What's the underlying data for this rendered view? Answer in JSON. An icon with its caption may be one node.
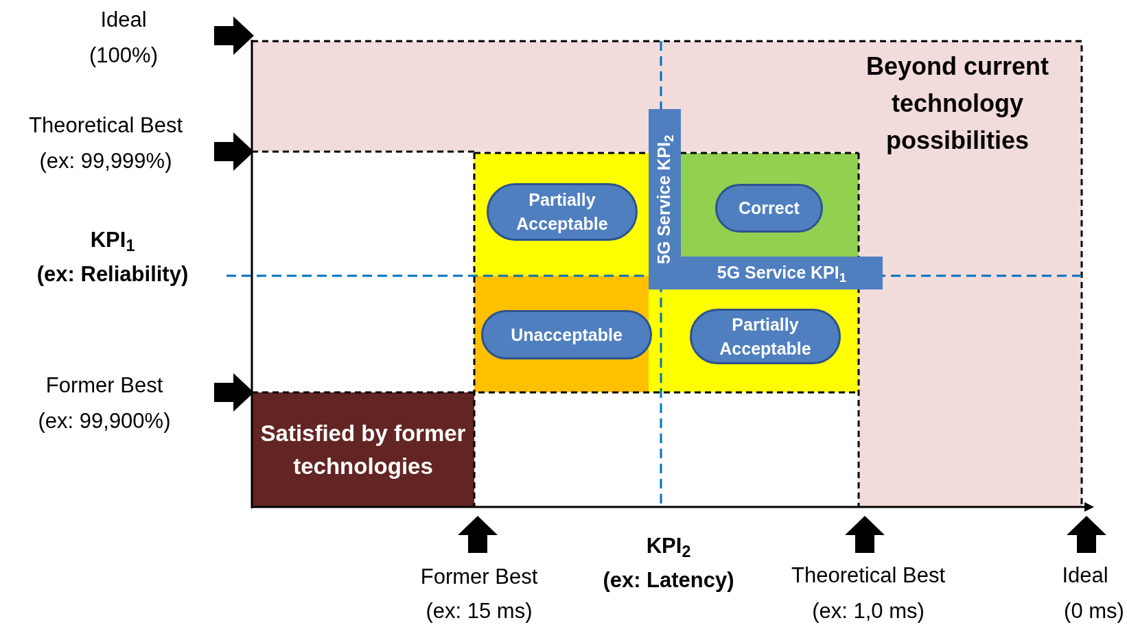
{
  "diagram": {
    "nodes": [
      {
        "text": [
          "Beyond current technology possibilities"
        ]
      },
      {
        "text": [
          "Satisfied by former technologies"
        ]
      },
      {
        "text": [],
        "shape": "box"
      },
      {
        "text": [
          "Partially Acceptable"
        ],
        "in": 2
      },
      {
        "text": [],
        "shape": "box"
      },
      {
        "text": [
          "Correct"
        ],
        "in": 4
      },
      {
        "text": [
          "5G Service KPI$_{2}$"
        ]
      },
      {
        "text": [
          "5G Service KPI$_{1}$"
        ]
      },
      {
        "text": [],
        "shape": "box"
      },
      {
        "text": [
          "Unacceptable"
        ],
        "in": 8
      },
      {
        "text": [],
        "shape": "box"
      },
      {
        "text": [
          "Partially Acceptable"
        ],
        "in": 10
      }
    ],
    "labels": [
      "Ideal",
      "(100%)",
      "Theoretical Best",
      "(ex: 99,999%)",
      "KPI$_{1}$",
      "(ex: Reliability)",
      "Former Best",
      "(ex: 99,900%)",
      "Former Best",
      "(ex: 15 ms)",
      "KPI$_{2}$",
      "(ex: Latency)",
      "Theoretical Best",
      "(ex: 1,0 ms)",
      "Ideal",
      "(0 ms)"
    ]
  }
}
